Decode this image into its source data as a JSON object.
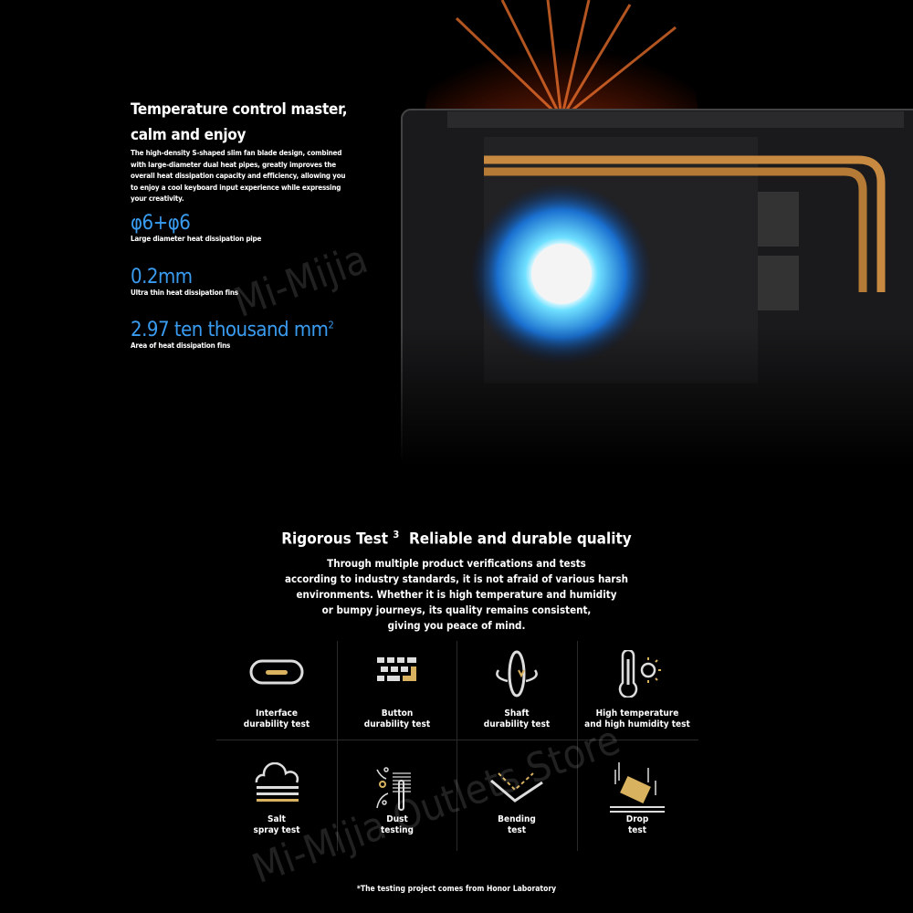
{
  "cooling": {
    "title_line1": "Temperature control master,",
    "title_line2": "calm and enjoy",
    "description": "The high-density S-shaped slim fan blade design, combined with large-diameter dual heat pipes, greatly improves the overall heat dissipation capacity and efficiency, allowing you to enjoy a cool keyboard input experience while expressing your creativity.",
    "specs": [
      {
        "value": "φ6+φ6",
        "label": "Large diameter heat dissipation pipe"
      },
      {
        "value": "0.2mm",
        "label": "Ultra thin heat dissipation fins"
      },
      {
        "value": "2.97 ten thousand mm",
        "sup": "2",
        "label": "Area of heat dissipation fins"
      }
    ],
    "accent_color": "#3a9cf0"
  },
  "tests": {
    "title": "Rigorous Test",
    "title_sup": "3",
    "title_suffix": "Reliable and durable quality",
    "paragraph_lines": [
      "Through multiple product verifications and tests",
      "according to industry standards, it is not afraid of various harsh",
      "environments. Whether it is high temperature and humidity",
      "or bumpy journeys, its quality remains consistent,",
      "giving you peace of mind."
    ],
    "items": [
      {
        "icon": "usb-c-port-icon",
        "line1": "Interface",
        "line2": "durability test"
      },
      {
        "icon": "keyboard-icon",
        "line1": "Button",
        "line2": "durability test"
      },
      {
        "icon": "hinge-rotation-icon",
        "line1": "Shaft",
        "line2": "durability test"
      },
      {
        "icon": "thermometer-sun-icon",
        "line1": "High temperature",
        "line2": "and high humidity test"
      },
      {
        "icon": "salt-spray-cloud-icon",
        "line1": "Salt",
        "line2": "spray test"
      },
      {
        "icon": "dust-brush-icon",
        "line1": "Dust",
        "line2": "testing"
      },
      {
        "icon": "bending-icon",
        "line1": "Bending",
        "line2": "test"
      },
      {
        "icon": "drop-icon",
        "line1": "Drop",
        "line2": "test"
      }
    ],
    "gold_color": "#d9b25f",
    "footnote": "*The testing project comes from Honor Laboratory"
  },
  "watermark": "Mi-Mijia Outlets Store"
}
